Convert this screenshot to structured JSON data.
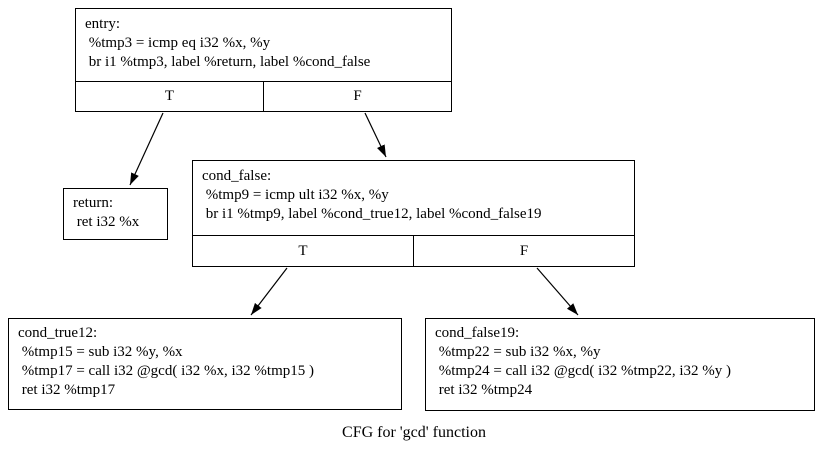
{
  "diagram": {
    "caption": "CFG for 'gcd' function",
    "colors": {
      "background": "#ffffff",
      "border": "#000000",
      "text": "#000000"
    }
  },
  "nodes": {
    "entry": {
      "label": "entry:",
      "lines": [
        " %tmp3 = icmp eq i32 %x, %y",
        " br i1 %tmp3, label %return, label %cond_false"
      ],
      "true_label": "T",
      "false_label": "F"
    },
    "return": {
      "label": "return:",
      "lines": [
        " ret i32 %x"
      ]
    },
    "cond_false": {
      "label": "cond_false:",
      "lines": [
        " %tmp9 = icmp ult i32 %x, %y",
        " br i1 %tmp9, label %cond_true12, label %cond_false19"
      ],
      "true_label": "T",
      "false_label": "F"
    },
    "cond_true12": {
      "label": "cond_true12:",
      "lines": [
        " %tmp15 = sub i32 %y, %x",
        " %tmp17 = call i32 @gcd( i32 %x, i32 %tmp15 )",
        " ret i32 %tmp17"
      ]
    },
    "cond_false19": {
      "label": "cond_false19:",
      "lines": [
        " %tmp22 = sub i32 %x, %y",
        " %tmp24 = call i32 @gcd( i32 %tmp22, i32 %y )",
        " ret i32 %tmp24"
      ]
    }
  },
  "edges": [
    {
      "from": "entry",
      "port": "T",
      "to": "return"
    },
    {
      "from": "entry",
      "port": "F",
      "to": "cond_false"
    },
    {
      "from": "cond_false",
      "port": "T",
      "to": "cond_true12"
    },
    {
      "from": "cond_false",
      "port": "F",
      "to": "cond_false19"
    }
  ]
}
